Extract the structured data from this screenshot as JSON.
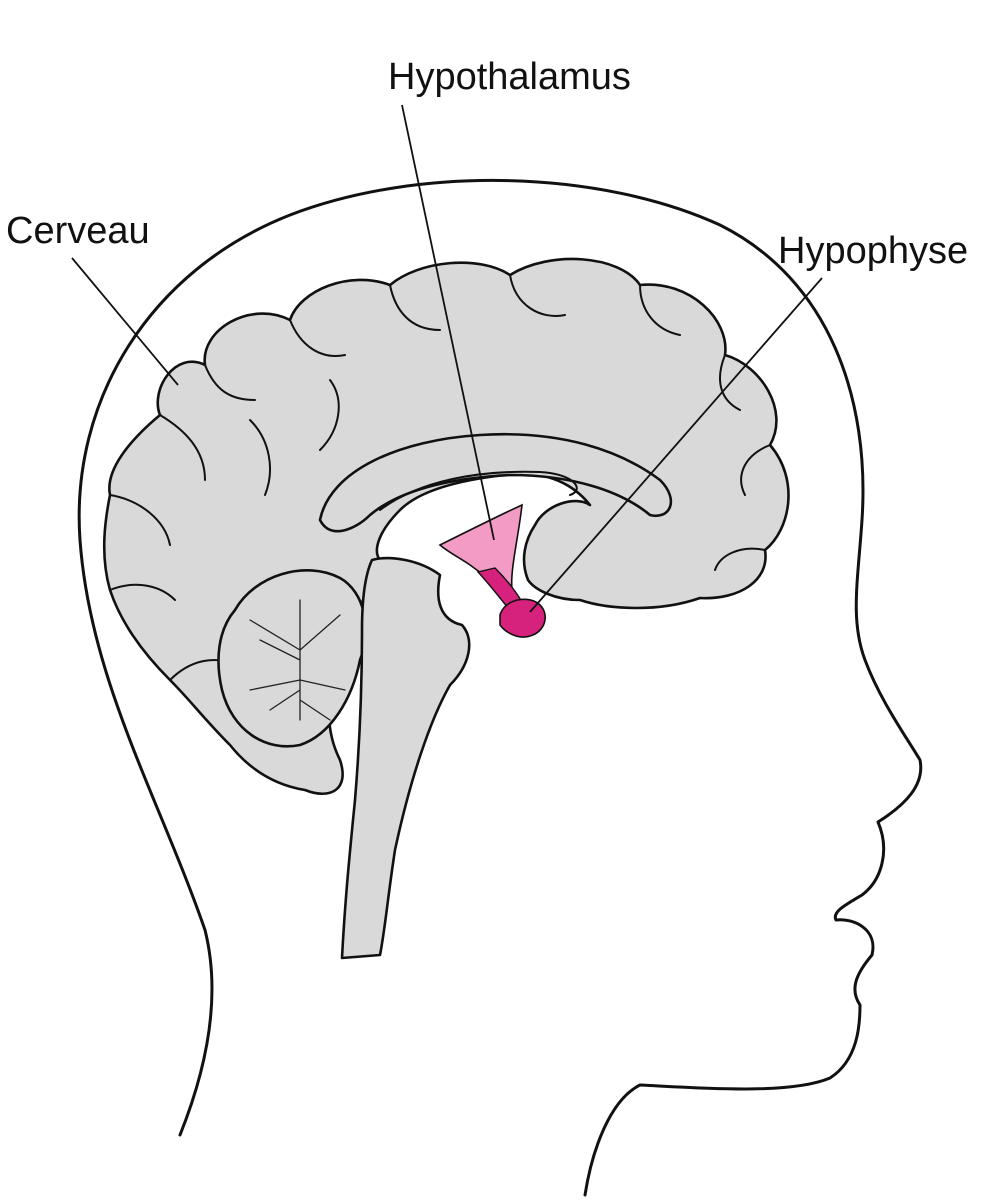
{
  "labels": {
    "hypothalamus": "Hypothalamus",
    "cerveau": "Cerveau",
    "hypophyse": "Hypophyse"
  },
  "colors": {
    "brain_fill": "#d9d9d9",
    "hypothalamus_fill": "#f29bc4",
    "hypophyse_fill": "#d6217d",
    "outline": "#111111"
  }
}
